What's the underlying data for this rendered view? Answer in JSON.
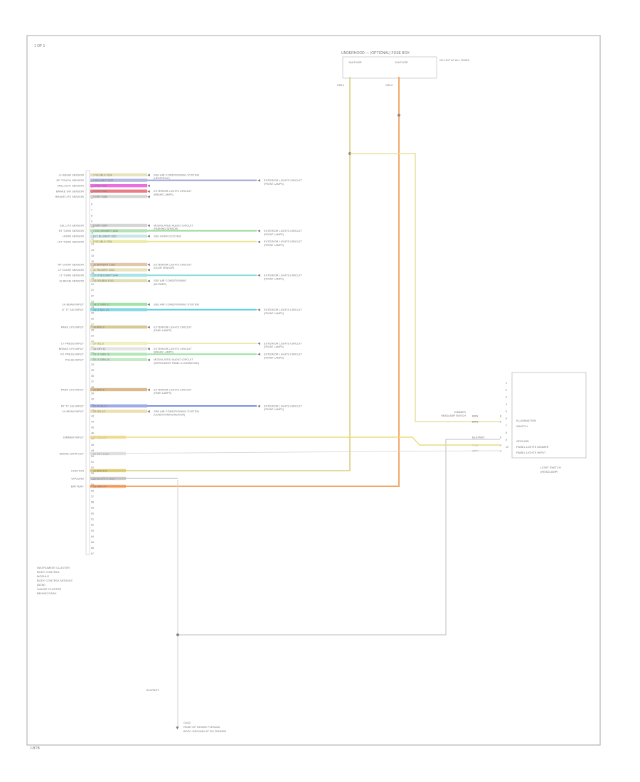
{
  "header_label": "1 OF 1",
  "footer_label": "J-BTB",
  "fuse_box": {
    "title": "UNDERHOOD — (OPTIONAL) FUSE BOX",
    "fuse_a": "10A FUSE",
    "fuse_b": "10A FUSE",
    "side_note": "OK HOT AT ALL TIMES",
    "pin_a": "CB12",
    "pin_b": "CB14"
  },
  "module_caption": [
    "INSTRUMENT CLUSTER",
    "BODY CONTROL",
    "MODULE",
    "BODY CONTROL MODULE",
    "(BCM)",
    "GAUGE CLUSTER",
    "BEHIND DASH"
  ],
  "ground": {
    "wire": "BLK/WHT",
    "label": "G102",
    "desc_1": "REAR OF INTAKE PLENUM",
    "desc_2": "BODY GROUND AT RH FENDER"
  },
  "switch_box": {
    "caption_1": "LIGHT SWITCH",
    "caption_2": "(HEADLAMP)",
    "pins": [
      "1",
      "2",
      "3",
      "4",
      "5",
      "6",
      "7",
      "8",
      "9",
      "10"
    ],
    "labels": [
      "ILLUMINATION",
      "SWITCH",
      "GROUND",
      "PANEL LIGHTS DIMMER",
      "PANEL LIGHTS INPUT"
    ],
    "wire_labels": [
      {
        "name": "DIMMER",
        "sub": "HEADLAMP SWITCH",
        "color": "BRN",
        "pin": "8"
      },
      {
        "name": "",
        "sub": "",
        "color": "BRN",
        "pin": "9"
      },
      {
        "name": "",
        "sub": "",
        "color": "BLK/WHT",
        "pin": "6"
      },
      {
        "name": "",
        "sub": "",
        "color": "PNK",
        "pin": "4"
      },
      {
        "name": "",
        "sub": "",
        "color": "GRY",
        "pin": "3"
      }
    ]
  },
  "pin_column": [
    "1",
    "2",
    "3",
    "4",
    "5",
    "6",
    "7",
    "8",
    "9",
    "10",
    "11",
    "12",
    "13",
    "14",
    "15",
    "16",
    "17",
    "18",
    "19",
    "20",
    "21",
    "22",
    "23",
    "24",
    "25",
    "26",
    "27",
    "28",
    "29",
    "30",
    "31",
    "32",
    "33",
    "34",
    "35",
    "36",
    "37",
    "38",
    "39",
    "40",
    "41",
    "42",
    "43",
    "44",
    "45",
    "46",
    "47",
    "48",
    "49",
    "50",
    "51",
    "52",
    "53",
    "54",
    "55",
    "56",
    "57",
    "58",
    "59",
    "60",
    "61",
    "62",
    "63",
    "64",
    "65",
    "66",
    "67"
  ],
  "groups": [
    {
      "rows": [
        {
          "left": "LH REAR SENSOR",
          "wire": "1 YEL/BLK  1034",
          "dest_1": "SEE AIR CONDITIONING SYSTEM",
          "dest_2": "(HEATER/AC)",
          "color": "#e2d9a4",
          "long": false,
          "dest_right": ""
        },
        {
          "left": "RF TOUCH SENSOR",
          "wire": "2 BLU/WHT  1033",
          "dest_1": "",
          "dest_2": "",
          "color": "#9aa3d8",
          "long": true,
          "dest_right": "EXTERIOR LIGHTS CIRCUIT"
        },
        {
          "left": "TAILLIGHT SENSOR",
          "wire": "3 PNK  1089",
          "dest_1": "",
          "dest_2": "",
          "color": "#e63fd6",
          "long": false,
          "dest_right": ""
        },
        {
          "left": "BRAKE SW SENSOR",
          "wire": "4 RED  1082",
          "dest_1": "EXTERIOR LIGHTS CIRCUIT",
          "dest_2": "(BRAKE LAMPS)",
          "color": "#e2515b",
          "long": false,
          "dest_right": ""
        },
        {
          "left": "BRAKE LPS SENSOR",
          "wire": "5 GRY  1056",
          "dest_1": "",
          "dest_2": "",
          "color": "#c7c7c7",
          "long": false,
          "dest_right": ""
        }
      ]
    },
    {
      "rows": [
        {
          "left": "SEL LPS SENSOR",
          "wire": "6 GRY  1064",
          "dest_1": "MODULATED AUDIO CIRCUIT",
          "dest_2": "(PARKING SENSOR)",
          "color": "#c7c7c7",
          "long": false,
          "dest_right": ""
        },
        {
          "left": "RT TURN SENSOR",
          "wire": "7 DK GRN/WHT  1053",
          "dest_1": "",
          "dest_2": "",
          "color": "#9bd89a",
          "long": true,
          "dest_right": "EXTERIOR LIGHTS CIRCUIT"
        },
        {
          "left": "HORN SENSOR",
          "wire": "8 LT BLU/WHT  1087",
          "dest_1": "SEE HORN SYSTEM",
          "dest_2": "",
          "color": "#b6dede",
          "long": false,
          "dest_right": ""
        },
        {
          "left": "LFT TURN SENSOR",
          "wire": "9 YEL/BLK  1054",
          "dest_1": "",
          "dest_2": "",
          "color": "#e9e58e",
          "long": true,
          "dest_right": "EXTERIOR LIGHTS CIRCUIT"
        }
      ]
    },
    {
      "rows": [
        {
          "left": "RF DOOR SENSOR",
          "wire": "10 BRN/WHT  1083",
          "dest_1": "EXTERIOR LIGHTS CIRCUIT",
          "dest_2": "(DOOR SENSOR)",
          "color": "#d8b58d",
          "long": false,
          "dest_right": ""
        },
        {
          "left": "LF DOOR SENSOR",
          "wire": "11 YEL/WHT  1043",
          "dest_1": "",
          "dest_2": "",
          "color": "#e2d9a4",
          "long": false,
          "dest_right": ""
        },
        {
          "left": "LT TURN SENSOR",
          "wire": "12 LT BLU/WHT  1044",
          "dest_1": "",
          "dest_2": "",
          "color": "#8adcdf",
          "long": true,
          "dest_right": "EXTERIOR LIGHTS CIRCUIT"
        },
        {
          "left": "HI BEAM SENSOR",
          "wire": "13 YEL/BLK  1013",
          "dest_1": "SEE AIR CONDITIONING",
          "dest_2": "(BLOWER)",
          "color": "#d8d49b",
          "long": false,
          "dest_right": ""
        }
      ]
    },
    {
      "rows": [
        {
          "left": "LH BEAM INPUT",
          "wire": "14 LT GRN  17",
          "dest_1": "SEE AIR CONDITIONING SYSTEM",
          "dest_2": "",
          "color": "#84d98a",
          "long": false,
          "dest_right": ""
        },
        {
          "left": "LT TT SIG INPUT",
          "wire": "15 LT BLU  14",
          "dest_1": "",
          "dest_2": "",
          "color": "#5ec9de",
          "long": true,
          "dest_right": "EXTERIOR LIGHTS CIRCUIT"
        }
      ]
    },
    {
      "rows": [
        {
          "left": "PARK LPS INPUT",
          "wire": "16 BRN  9",
          "dest_1": "EXTERIOR LIGHTS CIRCUIT",
          "dest_2": "(PARK LAMPS)",
          "color": "#cbb873",
          "long": false,
          "dest_right": ""
        }
      ]
    },
    {
      "rows": [
        {
          "left": "LT PRESS INPUT",
          "wire": "17 YEL  5",
          "dest_1": "",
          "dest_2": "",
          "color": "#eceaa9",
          "long": true,
          "dest_right": "EXTERIOR LIGHTS CIRCUIT"
        },
        {
          "left": "BRAKE LPS INPUT",
          "wire": "18 GRY  11",
          "dest_1": "EXTERIOR LIGHTS CIRCUIT",
          "dest_2": "(BRAKE LAMPS)",
          "color": "#d9d9d9",
          "long": false,
          "dest_right": ""
        },
        {
          "left": "RT PRESS INPUT",
          "wire": "19 LT GRN  19",
          "dest_1": "",
          "dest_2": "",
          "color": "#9be0a4",
          "long": true,
          "dest_right": "EXTERIOR LIGHTS CIRCUIT"
        },
        {
          "left": "PULSE INPUT",
          "wire": "20 LT GRN  20",
          "dest_1": "MODULATED AUDIO CIRCUIT",
          "dest_2": "(INSTRUMENT PANEL ILLUMINATION)",
          "color": "#b4e0b4",
          "long": false,
          "dest_right": ""
        }
      ]
    },
    {
      "rows": [
        {
          "left": "PARK LPS INPUT",
          "wire": "21 BRN  8",
          "dest_1": "EXTERIOR LIGHTS CIRCUIT",
          "dest_2": "(PARK LAMPS)",
          "color": "#cfa468",
          "long": false,
          "dest_right": ""
        }
      ]
    },
    {
      "rows": [
        {
          "left": "RT TT SIG INPUT",
          "wire": "22 DK BLU  7",
          "dest_1": "",
          "dest_2": "",
          "color": "#7d8fdc",
          "long": true,
          "dest_right": "EXTERIOR LIGHTS CIRCUIT"
        },
        {
          "left": "LH BEAM INPUT",
          "wire": "23 YEL  10",
          "dest_1": "SEE AIR CONDITIONING SYSTEM",
          "dest_2": "(CONDITIONING/HEATER)",
          "color": "#e8d49a",
          "long": false,
          "dest_right": ""
        }
      ]
    }
  ],
  "lower_rows": [
    {
      "left": "DIMMER INPUT",
      "wire": "27 YEL  670",
      "color": "#e9d27a"
    },
    {
      "left": "SERIAL DATA OUT",
      "wire": "29 GRY  1056",
      "color": "#d6d6d6"
    },
    {
      "left": "IGNITION",
      "wire": "31 BRN  141",
      "color": "#d7c15a"
    },
    {
      "left": "GROUND",
      "wire": "32 BLK/WHT  1050",
      "color": "#bbbbbb"
    },
    {
      "left": "BATTERY",
      "wire": "33 ORN  74",
      "color": "#f28e4a"
    }
  ],
  "right_dest_sub": "(FRONT LAMPS)"
}
